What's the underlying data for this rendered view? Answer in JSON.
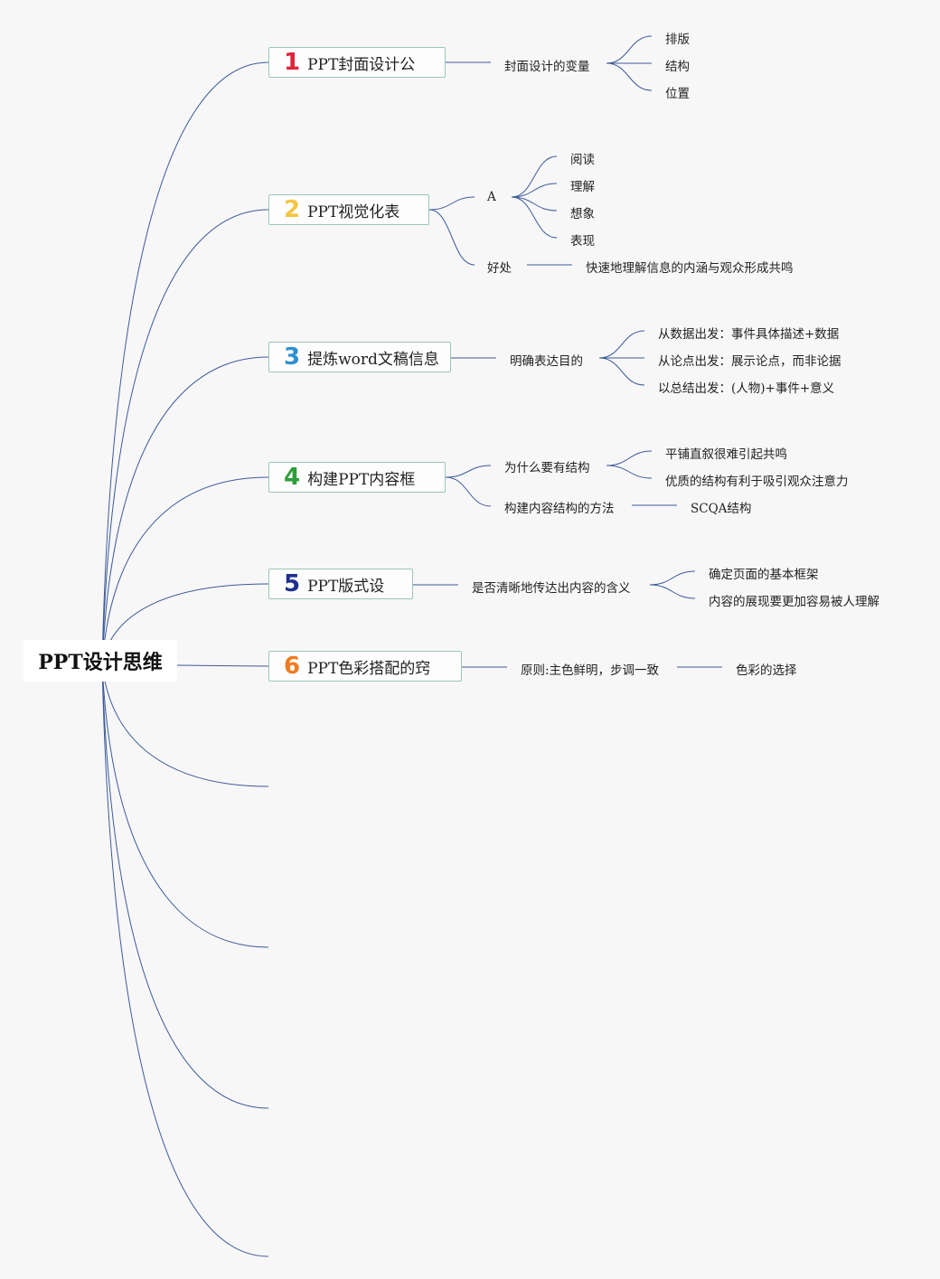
{
  "root": {
    "label": "PPT设计思维"
  },
  "branches": [
    {
      "number": "1",
      "color": "#e0243a",
      "label": "PPT封面设计公",
      "children": [
        {
          "label": "封面设计的变量",
          "children": [
            "排版",
            "结构",
            "位置"
          ]
        }
      ]
    },
    {
      "number": "2",
      "color": "#f5c542",
      "label": "PPT视觉化表",
      "children": [
        {
          "label": "A",
          "children": [
            "阅读",
            "理解",
            "想象",
            "表现"
          ]
        },
        {
          "label": "好处",
          "children": [
            "快速地理解信息的内涵与观众形成共鸣"
          ]
        }
      ]
    },
    {
      "number": "3",
      "color": "#2e8fd1",
      "label": "提炼word文稿信息",
      "children": [
        {
          "label": "明确表达目的",
          "children": [
            "从数据出发：事件具体描述+数据",
            "从论点出发：展示论点，而非论据",
            "以总结出发：(人物)+事件+意义"
          ]
        }
      ]
    },
    {
      "number": "4",
      "color": "#2e9e3a",
      "label": "构建PPT内容框",
      "children": [
        {
          "label": "为什么要有结构",
          "children": [
            "平铺直叙很难引起共鸣",
            "优质的结构有利于吸引观众注意力"
          ]
        },
        {
          "label": "构建内容结构的方法",
          "children": [
            "SCQA结构"
          ]
        }
      ]
    },
    {
      "number": "5",
      "color": "#1f2f8f",
      "label": "PPT版式设",
      "children": [
        {
          "label": "是否清晰地传达出内容的含义",
          "children": [
            "确定页面的基本框架",
            "内容的展现要更加容易被人理解"
          ]
        }
      ]
    },
    {
      "number": "6",
      "color": "#f07b22",
      "label": "PPT色彩搭配的窍",
      "children": [
        {
          "label": "原则:主色鲜明，步调一致",
          "children": [
            "色彩的选择"
          ]
        }
      ]
    }
  ],
  "colors": {
    "line": "#3d5a99",
    "topic_border": "#9bc7b2",
    "background": "#f7f7f8"
  }
}
